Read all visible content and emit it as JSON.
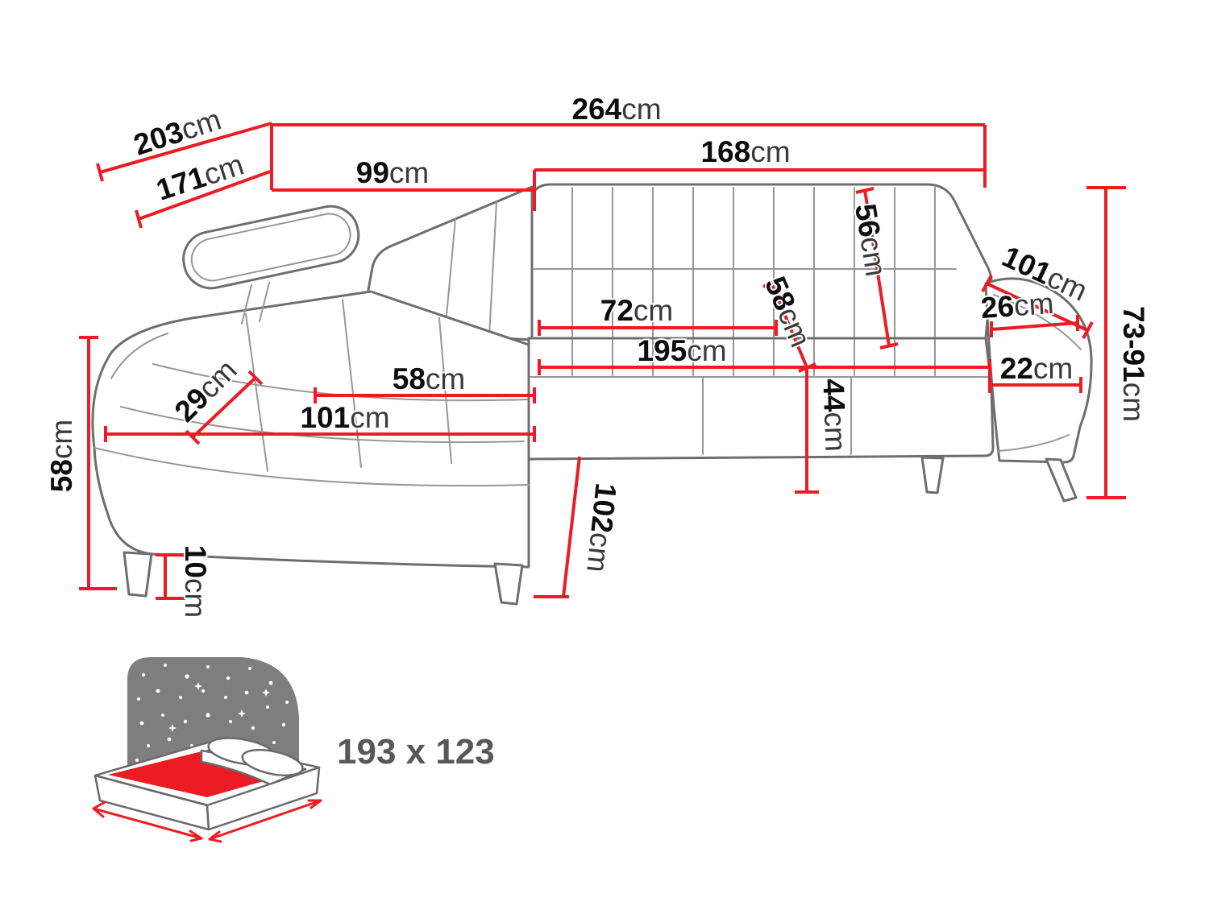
{
  "dims": {
    "total_width": {
      "value": "264",
      "unit": "cm"
    },
    "total_depth": {
      "value": "203",
      "unit": "cm"
    },
    "inner_depth": {
      "value": "171",
      "unit": "cm"
    },
    "chaise_width": {
      "value": "99",
      "unit": "cm"
    },
    "seat_section_width": {
      "value": "168",
      "unit": "cm"
    },
    "backrest_height": {
      "value": "56",
      "unit": "cm"
    },
    "armrest_length": {
      "value": "101",
      "unit": "cm"
    },
    "armrest_top_width": {
      "value": "26",
      "unit": "cm"
    },
    "seat_depth": {
      "value": "72",
      "unit": "cm"
    },
    "back_cushion_width": {
      "value": "58",
      "unit": "cm"
    },
    "seat_length": {
      "value": "195",
      "unit": "cm"
    },
    "armrest_side_width": {
      "value": "22",
      "unit": "cm"
    },
    "seat_height": {
      "value": "44",
      "unit": "cm"
    },
    "chaise_seat_depth": {
      "value": "58",
      "unit": "cm"
    },
    "headrest_depth": {
      "value": "29",
      "unit": "cm"
    },
    "chaise_length": {
      "value": "101",
      "unit": "cm"
    },
    "side_height": {
      "value": "58",
      "unit": "cm"
    },
    "backrest_height_range": {
      "value": "73-91",
      "unit": "cm"
    },
    "leg_height": {
      "value": "10",
      "unit": "cm"
    },
    "front_height": {
      "value": "102",
      "unit": "cm"
    }
  },
  "sleeping_area": {
    "size": "193 x 123"
  },
  "icons": {
    "sleeping_area": "bed-perspective-icon",
    "night_sky": "stars-icon"
  },
  "colors": {
    "dimension_line": "#ed1c24",
    "sofa_outline": "#6e6e6e",
    "label_number": "#0d0d0d",
    "label_unit": "#3a3a3a",
    "bed_label": "#57585a",
    "icon_gray": "#7e7e7e"
  }
}
